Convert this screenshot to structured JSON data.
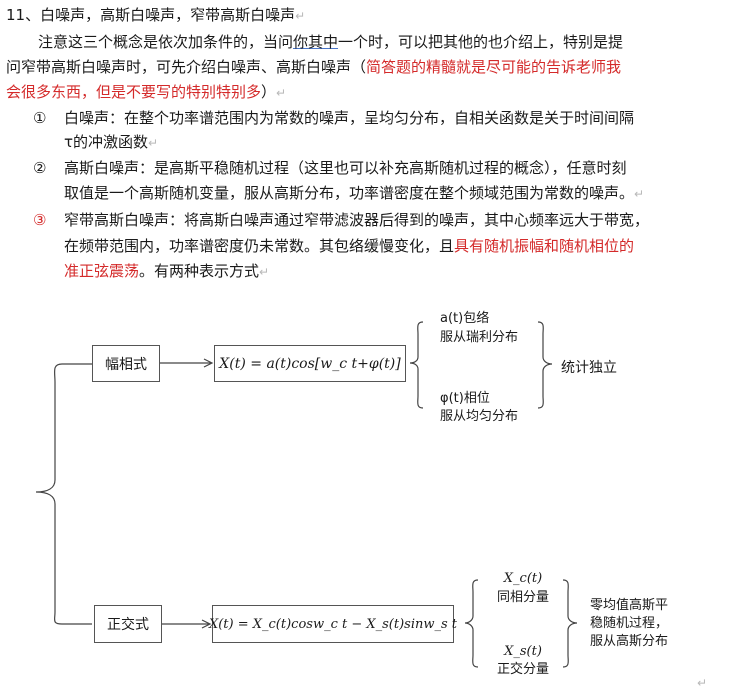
{
  "heading": {
    "number": "11、",
    "title": "白噪声，高斯白噪声，窄带高斯白噪声"
  },
  "intro": {
    "line1a": "注意这三个概念是依次加条件的，当问",
    "line1b": "你其中",
    "line1c": "一个时，可以把其他的也介绍上，特别是提",
    "line2": "问窄带高斯白噪声时，可先介绍白噪声、高斯白噪声（",
    "line2red": "简答题的精髓就是尽可能的告诉老师我",
    "line3red": "会很多东西，但是不要写的特别特别多",
    "line3end": "）"
  },
  "items": [
    {
      "marker": "①",
      "l1": "白噪声：在整个功率谱范围内为常数的噪声，呈均匀分布，自相关函数是关于时间间隔",
      "l2": "τ的冲激函数"
    },
    {
      "marker": "②",
      "l1": "高斯白噪声：是高斯平稳随机过程（这里也可以补充高斯随机过程的概念），任意时刻",
      "l2": "取值是一个高斯随机变量，服从高斯分布，功率谱密度在整个频域范围为常数的噪声。"
    },
    {
      "marker": "③",
      "l1": "窄带高斯白噪声：将高斯白噪声通过窄带滤波器后得到的噪声，其中心频率远大于带宽，",
      "l2a": "在频带范围内，功率谱密度仍未常数。其包络缓慢变化，且",
      "l2red": "具有随机振幅和随机相位的",
      "l3red": "准正弦震荡",
      "l3b": "。有两种表示方式"
    }
  ],
  "para_mark": "↵",
  "diagram": {
    "polar": {
      "label": "幅相式",
      "formula": "X(t) = a(t)cos[w_c t+φ(t)]",
      "top1": "a(t)包络",
      "top2": "服从瑞利分布",
      "bot1": "φ(t)相位",
      "bot2": "服从均匀分布",
      "right": "统计独立"
    },
    "quad": {
      "label": "正交式",
      "formula": "X(t) = X_c(t)cosw_c t − X_s(t)sinw_s t",
      "top1": "X_c(t)",
      "top2": "同相分量",
      "bot1": "X_s(t)",
      "bot2": "正交分量",
      "right1": "零均值高斯平",
      "right2": "稳随机过程，",
      "right3": "服从高斯分布"
    }
  },
  "colors": {
    "red": "#d42a2a",
    "text": "#1a1a1a",
    "box_border": "#555555"
  }
}
